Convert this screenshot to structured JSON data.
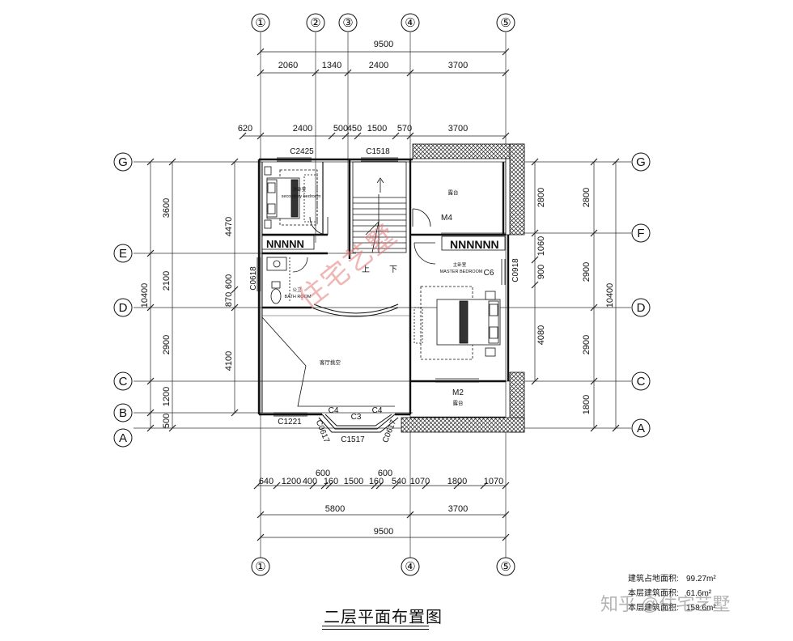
{
  "title": "二层平面布置图",
  "axes_top": [
    {
      "id": "1",
      "label": "①"
    },
    {
      "id": "2",
      "label": "②"
    },
    {
      "id": "3",
      "label": "③"
    },
    {
      "id": "4",
      "label": "④"
    },
    {
      "id": "5",
      "label": "⑤"
    }
  ],
  "axes_bottom": [
    {
      "id": "1",
      "label": "①"
    },
    {
      "id": "4",
      "label": "④"
    },
    {
      "id": "5",
      "label": "⑤"
    }
  ],
  "axes_rows": [
    "G",
    "F",
    "E",
    "D",
    "C",
    "B",
    "A"
  ],
  "dims_top_total": "9500",
  "dims_top_row2": [
    "2060",
    "1340",
    "2400",
    "3700"
  ],
  "dims_top_row3": [
    "620",
    "2400",
    "500",
    "450",
    "1500",
    "570",
    "3700"
  ],
  "dims_bottom_row1": [
    "640",
    "1200",
    "400",
    "160",
    "1500",
    "160",
    "540",
    "1070",
    "1800",
    "1070"
  ],
  "dims_bottom_extra": [
    "600",
    "600"
  ],
  "dims_bottom_row2": [
    "5800",
    "3700"
  ],
  "dims_bottom_total": "9500",
  "dims_left_outer": [
    "3600",
    "2100",
    "2900",
    "1200",
    "500"
  ],
  "dims_left_total": "10400",
  "dims_left_inner": [
    "4470",
    "870",
    "600",
    "4100"
  ],
  "dims_right_inner": [
    "2800",
    "1060",
    "900",
    "4080"
  ],
  "dims_right_outer": [
    "2800",
    "2900",
    "2900",
    "1800"
  ],
  "dims_right_total": "10400",
  "openings": [
    "C2425",
    "C1518",
    "M4",
    "C0618",
    "C0918",
    "C6",
    "M2",
    "C1221",
    "C4",
    "C3",
    "C4",
    "C1517",
    "C0617",
    "C0617"
  ],
  "rooms": {
    "secondary_cn": "次卧室",
    "secondary_en": "secondary bedroom",
    "terrace_1": "露台",
    "bath_cn": "公卫",
    "bath_en": "BATH ROOM",
    "master_cn": "主卧室",
    "master_en": "MASTER BEDROOM",
    "void": "客厅挑空",
    "terrace_2": "露台",
    "stair_up": "上",
    "stair_down": "下"
  },
  "areas": [
    {
      "label": "建筑占地面积:",
      "value": "99.27m²"
    },
    {
      "label": "本层建筑面积:",
      "value": "61.6m²"
    },
    {
      "label": "本层建筑面积:",
      "value": "158.6m²"
    }
  ],
  "watermarks": {
    "diagonal": "住宅艺墅",
    "corner": "知乎 @住宅艺墅"
  }
}
